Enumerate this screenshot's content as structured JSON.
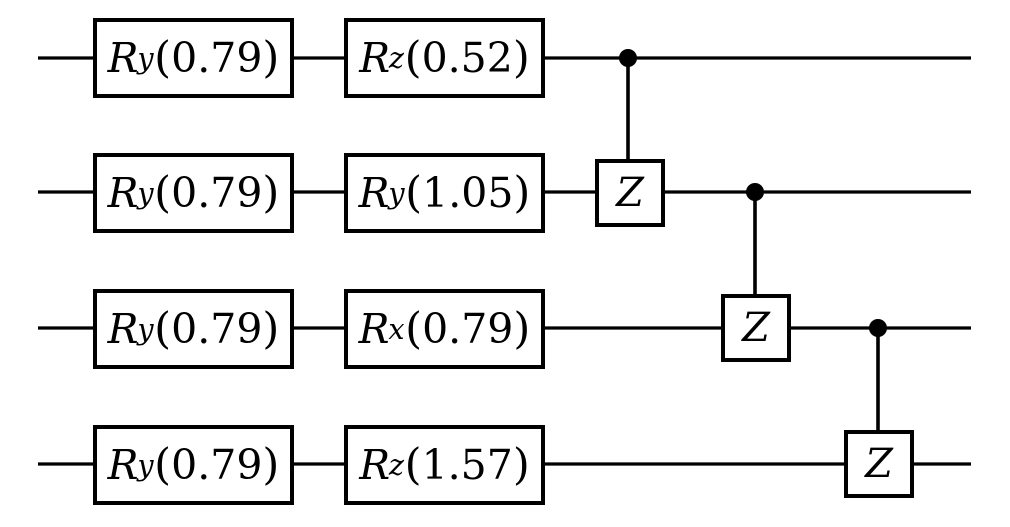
{
  "diagram": {
    "type": "quantum-circuit",
    "title": "Parameterized quantum circuit with 4 qubits",
    "qubit_count": 4,
    "column_count": 5,
    "background_color": "#ffffff",
    "line_color": "#000000",
    "wires": [
      {
        "index": 0,
        "label": "qubit-wire-0"
      },
      {
        "index": 1,
        "label": "qubit-wire-1"
      },
      {
        "index": 2,
        "label": "qubit-wire-2"
      },
      {
        "index": 3,
        "label": "qubit-wire-3"
      }
    ],
    "rotation_gates": [
      {
        "id": "gate-q0-c0",
        "wire": 0,
        "column": 0,
        "symbol": "R",
        "axis": "y",
        "angle": "0.79",
        "open_paren": "(",
        "close_paren": ")",
        "text": "R_y(0.79)"
      },
      {
        "id": "gate-q0-c1",
        "wire": 0,
        "column": 1,
        "symbol": "R",
        "axis": "z",
        "angle": "0.52",
        "open_paren": "(",
        "close_paren": ")",
        "text": "R_z(0.52)"
      },
      {
        "id": "gate-q1-c0",
        "wire": 1,
        "column": 0,
        "symbol": "R",
        "axis": "y",
        "angle": "0.79",
        "open_paren": "(",
        "close_paren": ")",
        "text": "R_y(0.79)"
      },
      {
        "id": "gate-q1-c1",
        "wire": 1,
        "column": 1,
        "symbol": "R",
        "axis": "y",
        "angle": "1.05",
        "open_paren": "(",
        "close_paren": ")",
        "text": "R_y(1.05)"
      },
      {
        "id": "gate-q2-c0",
        "wire": 2,
        "column": 0,
        "symbol": "R",
        "axis": "y",
        "angle": "0.79",
        "open_paren": "(",
        "close_paren": ")",
        "text": "R_y(0.79)"
      },
      {
        "id": "gate-q2-c1",
        "wire": 2,
        "column": 1,
        "symbol": "R",
        "axis": "x",
        "angle": "0.79",
        "open_paren": "(",
        "close_paren": ")",
        "text": "R_x(0.79)"
      },
      {
        "id": "gate-q3-c0",
        "wire": 3,
        "column": 0,
        "symbol": "R",
        "axis": "y",
        "angle": "0.79",
        "open_paren": "(",
        "close_paren": ")",
        "text": "R_y(0.79)"
      },
      {
        "id": "gate-q3-c1",
        "wire": 3,
        "column": 1,
        "symbol": "R",
        "axis": "z",
        "angle": "1.57",
        "open_paren": "(",
        "close_paren": ")",
        "text": "R_z(1.57)"
      }
    ],
    "controlled_gates": [
      {
        "id": "cz-0",
        "name": "controlled-z-0",
        "control_wire": 0,
        "target_wire": 1,
        "target_label": "Z"
      },
      {
        "id": "cz-1",
        "name": "controlled-z-1",
        "control_wire": 1,
        "target_wire": 2,
        "target_label": "Z"
      },
      {
        "id": "cz-2",
        "name": "controlled-z-2",
        "control_wire": 2,
        "target_wire": 3,
        "target_label": "Z"
      }
    ]
  }
}
